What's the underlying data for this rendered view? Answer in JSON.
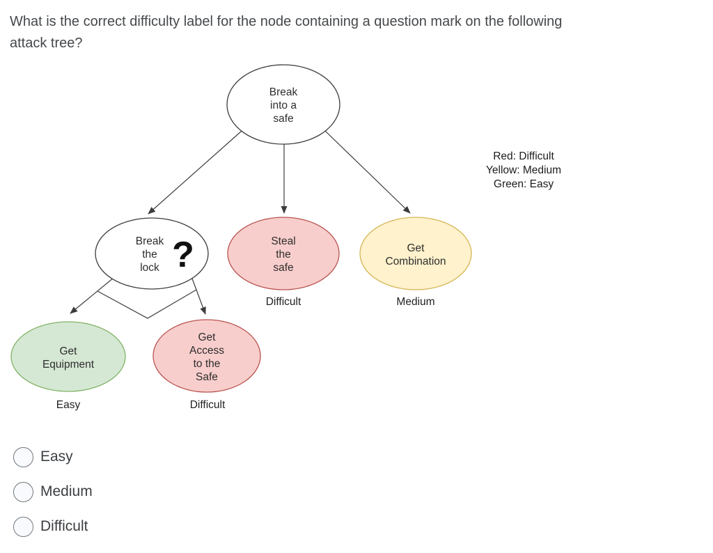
{
  "question": {
    "text": "What is the correct difficulty label for the node containing a question mark on the following attack tree?",
    "line1": "What is the correct difficulty label for the node containing a question mark on the following",
    "line2": "attack tree?"
  },
  "legend": {
    "line1": "Red: Difficult",
    "line2": "Yellow: Medium",
    "line3": "Green: Easy"
  },
  "tree": {
    "edge_color": "#3c3c3c",
    "nodes": {
      "root": {
        "label": "Break into a safe",
        "line1": "Break",
        "line2": "into a",
        "line3": "safe",
        "fill": "#ffffff",
        "stroke": "#3b3b3b"
      },
      "break_lock": {
        "label": "Break the lock",
        "line1": "Break",
        "line2": "the",
        "line3": "lock",
        "marker": "?",
        "fill": "#ffffff",
        "stroke": "#3b3b3b"
      },
      "steal_safe": {
        "label": "Steal the safe",
        "line1": "Steal",
        "line2": "the",
        "line3": "safe",
        "difficulty": "Difficult",
        "fill": "#f8cecc",
        "stroke": "#b85450"
      },
      "get_combination": {
        "label": "Get Combination",
        "line1": "Get",
        "line2": "Combination",
        "difficulty": "Medium",
        "fill": "#fff2cc",
        "stroke": "#d6b656"
      },
      "get_equipment": {
        "label": "Get Equipment",
        "line1": "Get",
        "line2": "Equipment",
        "difficulty": "Easy",
        "fill": "#d5e8d4",
        "stroke": "#82b366"
      },
      "get_access": {
        "label": "Get Access to the Safe",
        "line1": "Get",
        "line2": "Access",
        "line3": "to the",
        "line4": "Safe",
        "difficulty": "Difficult",
        "fill": "#f8cecc",
        "stroke": "#b85450"
      }
    }
  },
  "options": [
    {
      "label": "Easy",
      "selected": false
    },
    {
      "label": "Medium",
      "selected": false
    },
    {
      "label": "Difficult",
      "selected": false
    }
  ]
}
